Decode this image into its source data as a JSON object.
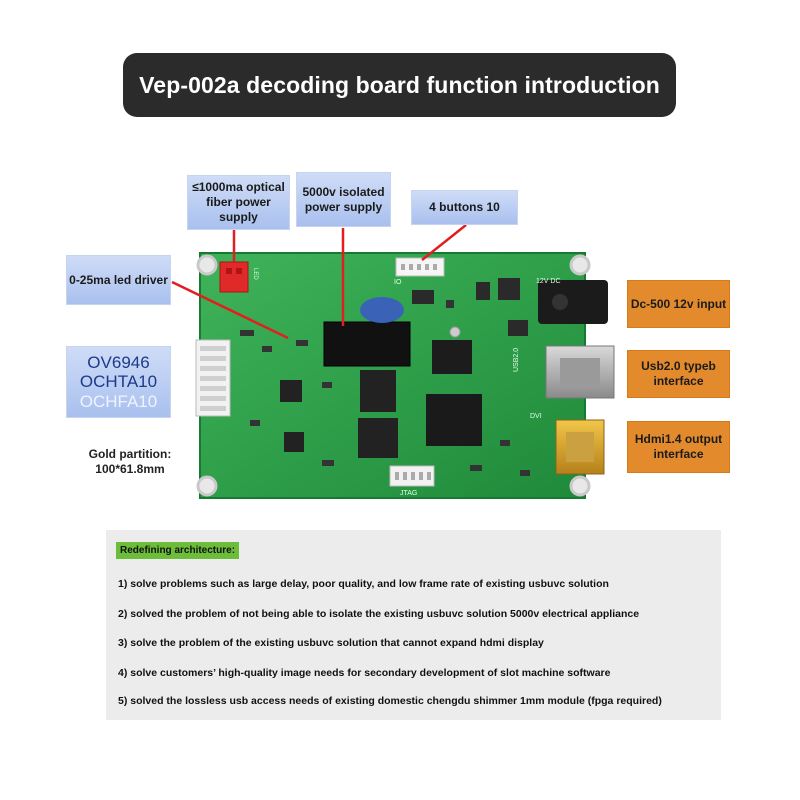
{
  "title": "Vep-002a decoding board function introduction",
  "callouts": {
    "fiber_power": "≤1000ma optical fiber power supply",
    "isolated_power": "5000v isolated power supply",
    "buttons": "4 buttons 10",
    "led_driver": "0-25ma led driver",
    "sensor_line1": "OV6946",
    "sensor_line2": "OCHTA10",
    "sensor_line3": "OCHFA10",
    "gold_partition": "Gold partition: 100*61.8mm",
    "dc_input": "Dc-500 12v input",
    "usb_interface": "Usb2.0 typeb interface",
    "hdmi_output": "Hdmi1.4 output interface"
  },
  "board_silkscreen": {
    "jtag": "JTAG",
    "power_12v": "12V DC",
    "usb": "USB2.0",
    "dvi": "DVI",
    "io": "IO",
    "led": "LED"
  },
  "architecture": {
    "heading": "Redefining architecture:",
    "items": [
      "1) solve problems such as large delay, poor quality, and low frame rate of existing usbuvc solution",
      "2) solved the problem of not being able to isolate the existing usbuvc solution 5000v electrical appliance",
      "3) solve the problem of the existing usbuvc solution that cannot expand hdmi display",
      "4) solve customers’ high-quality image needs for secondary development of slot machine software",
      "5) solved the lossless usb access needs of existing domestic chengdu shimmer 1mm module (fpga required)"
    ]
  },
  "colors": {
    "banner": "#2b2b2b",
    "board_green": "#2e9e48",
    "callout_blue": "#b9cbf2",
    "callout_orange": "#e38a2c",
    "pointer_red": "#e02020",
    "tag_green": "#6bbd3a"
  }
}
